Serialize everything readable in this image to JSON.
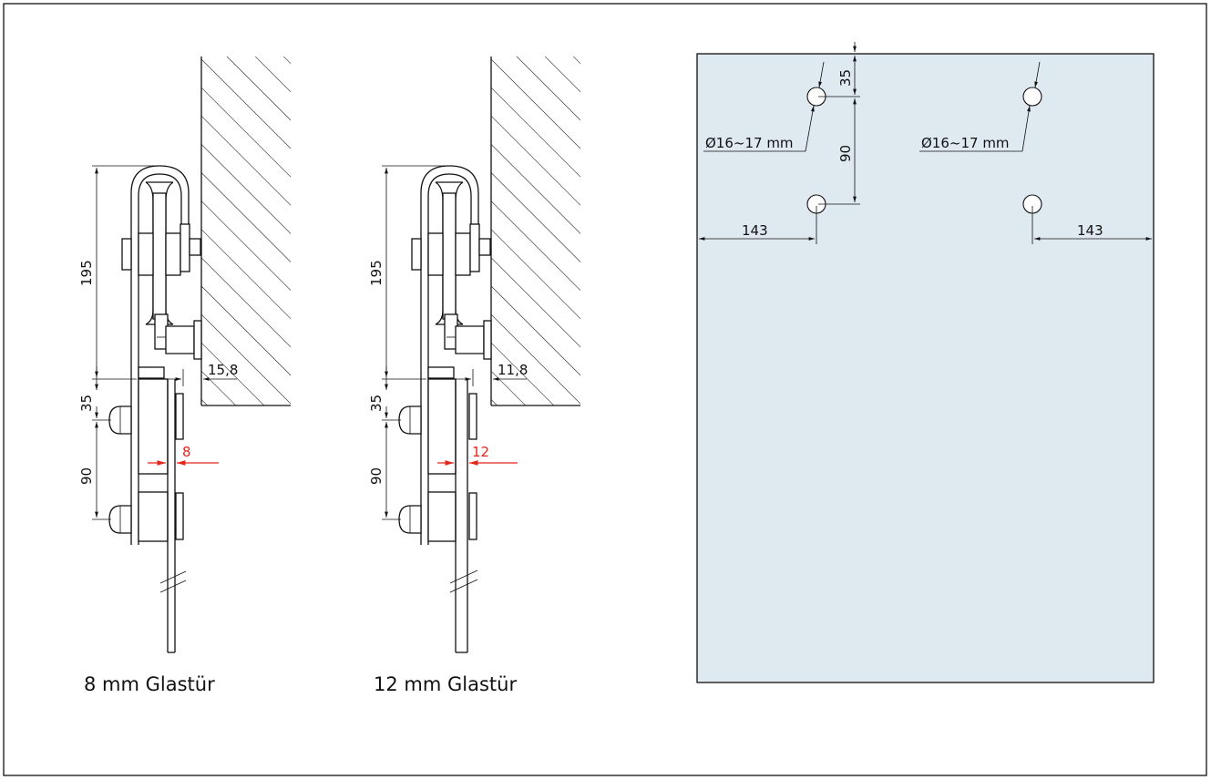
{
  "left_view": {
    "caption": "8 mm Glastür",
    "dim_height": "195",
    "dim_offset": "15,8",
    "dim_top_hole": "35",
    "dim_hole_spacing": "90",
    "dim_glass": "8"
  },
  "right_view": {
    "caption": "12 mm Glastür",
    "dim_height": "195",
    "dim_offset": "11,8",
    "dim_top_hole": "35",
    "dim_hole_spacing": "90",
    "dim_glass": "12"
  },
  "glass_panel": {
    "fill_color": "#dfe9f0",
    "dim_top": "35",
    "dim_spacing": "90",
    "dim_left": "143",
    "dim_right": "143",
    "hole_left_label": "Ø16~17 mm",
    "hole_right_label": "Ø16~17 mm"
  },
  "colors": {
    "accent_red": "#e3261c",
    "line": "#111111"
  }
}
